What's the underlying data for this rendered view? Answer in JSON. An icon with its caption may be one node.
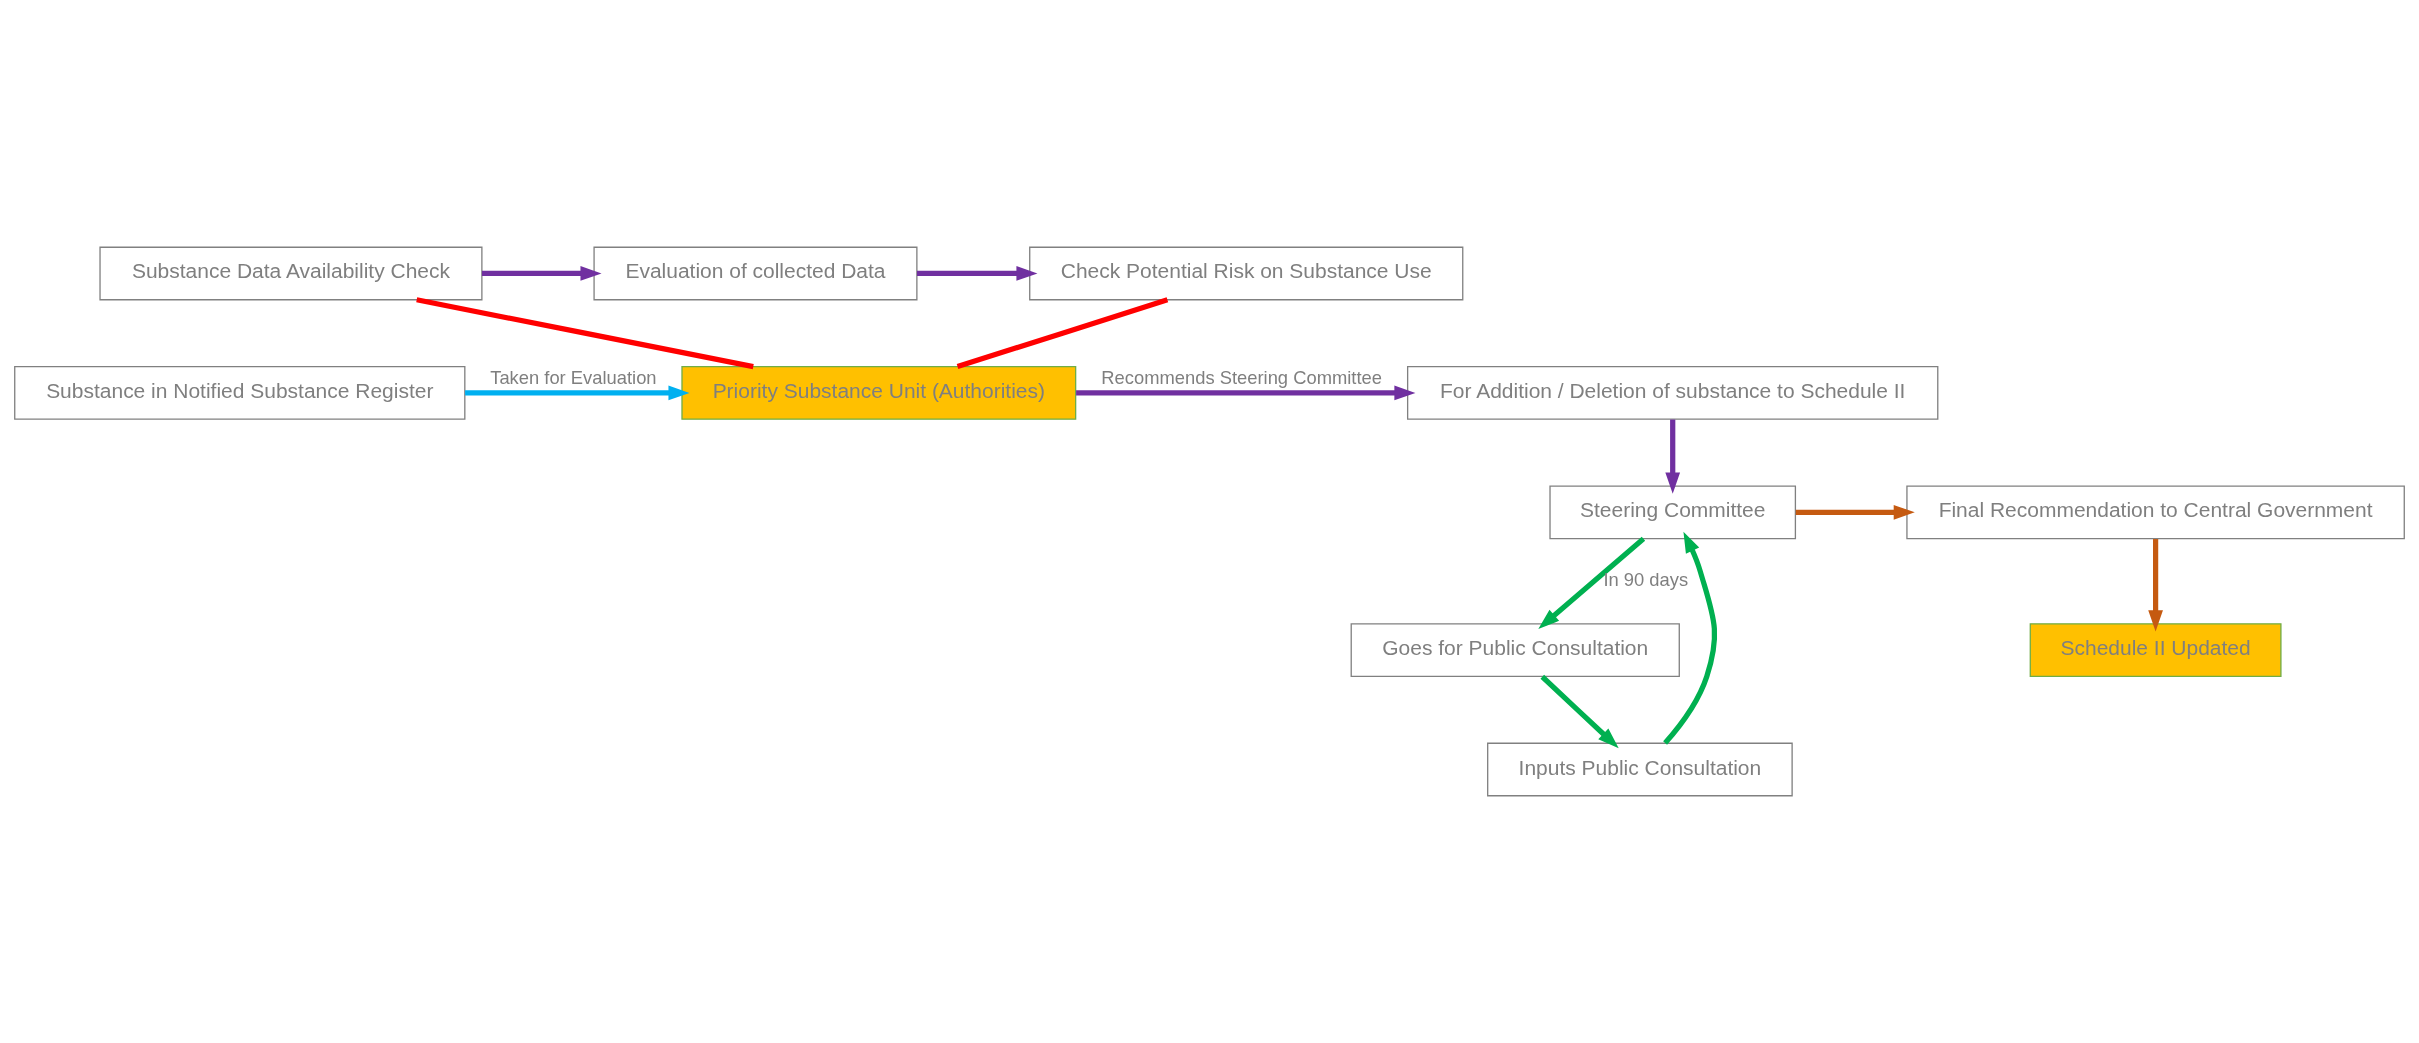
{
  "diagram": {
    "nodes": [
      {
        "text": [
          "Substance Data Availability Check"
        ]
      },
      {
        "text": [
          "Evaluation of collected Data"
        ]
      },
      {
        "text": [
          "Check Potential Risk on Substance Use"
        ]
      },
      {
        "text": [
          "Substance in Notified Substance Register"
        ]
      },
      {
        "text": [
          "Priority Substance Unit (Authorities)"
        ]
      },
      {
        "text": [
          "For Addition / Deletion of substance to Schedule II"
        ]
      },
      {
        "text": [
          "Final Recommendation to Central Government"
        ]
      },
      {
        "text": [
          "Goes for Public Consultation"
        ]
      },
      {
        "text": [
          "Steering Committee"
        ]
      },
      {
        "text": [
          "Schedule II Updated"
        ]
      },
      {
        "text": [
          "Inputs Public Consultation"
        ]
      }
    ],
    "edges": [
      {
        "from": 0,
        "to": 1,
        "arrow": "to",
        "color": "#7030a0"
      },
      {
        "from": 1,
        "to": 2,
        "arrow": "to",
        "color": "#7030a0"
      },
      {
        "from": 0,
        "to": 4,
        "arrow": "none",
        "color": "#ff0000"
      },
      {
        "from": 2,
        "to": 4,
        "arrow": "none",
        "color": "#ff0000"
      },
      {
        "from": 3,
        "to": 4,
        "label": "Taken for Evaluation",
        "arrow": "to",
        "color": "#00b0f0"
      },
      {
        "from": 4,
        "to": 5,
        "label": "Recommends Steering Committee",
        "arrow": "to",
        "color": "#7030a0"
      },
      {
        "from": 5,
        "to": 8,
        "arrow": "to",
        "color": "#7030a0"
      },
      {
        "from": 8,
        "to": 7,
        "label": "In 90 days",
        "arrow": "to",
        "color": "#00b050"
      },
      {
        "from": 7,
        "to": 10,
        "arrow": "to",
        "color": "#00b050"
      },
      {
        "from": 10,
        "to": 8,
        "arrow": "to",
        "color": "#00b050"
      },
      {
        "from": 8,
        "to": 6,
        "arrow": "to",
        "color": "#c55a11"
      },
      {
        "from": 6,
        "to": 9,
        "arrow": "to",
        "color": "#c55a11"
      }
    ]
  }
}
